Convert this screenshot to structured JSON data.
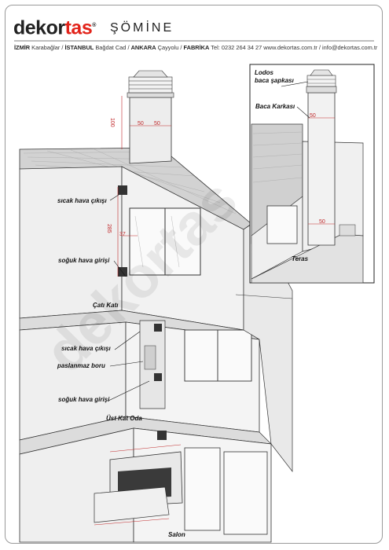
{
  "header": {
    "brand_part1": "dekor",
    "brand_part2": "tas",
    "brand_reg": "®",
    "brand_sub": "ŞÖMİNE",
    "address": {
      "c1": "İZMİR",
      "t1": " Karabağlar / ",
      "c2": "İSTANBUL",
      "t2": " Bağdat Cad / ",
      "c3": "ANKARA",
      "t3": " Çayyolu / ",
      "c4": "FABRİKA",
      "t4": " Tel: 0232 264 34 27 www.dekortas.com.tr / info@dekortas.com.tr"
    }
  },
  "labels": {
    "sicak1": "sıcak hava çıkışı",
    "soguk1": "soğuk hava girişi",
    "sicak2": "sıcak hava çıkışı",
    "paslanmaz": "paslanmaz boru",
    "soguk2": "soğuk hava girişi"
  },
  "rooms": {
    "cati": "Çatı Katı",
    "ust": "Üst Kat Oda",
    "salon": "Salon",
    "teras": "Teras"
  },
  "inset": {
    "lodos1": "Lodos",
    "lodos2": "baca şapkası",
    "karkas": "Baca Karkası"
  },
  "dims": {
    "d100": "100",
    "d50a": "50",
    "d50b": "50",
    "d285": "285",
    "d37": "37",
    "i50a": "50",
    "i50b": "50"
  },
  "watermark": "dekortas",
  "colors": {
    "accent": "#e2231a",
    "line": "#333333",
    "wall": "#ececec",
    "roof": "#cfcfcf",
    "dim": "#c0282a"
  }
}
